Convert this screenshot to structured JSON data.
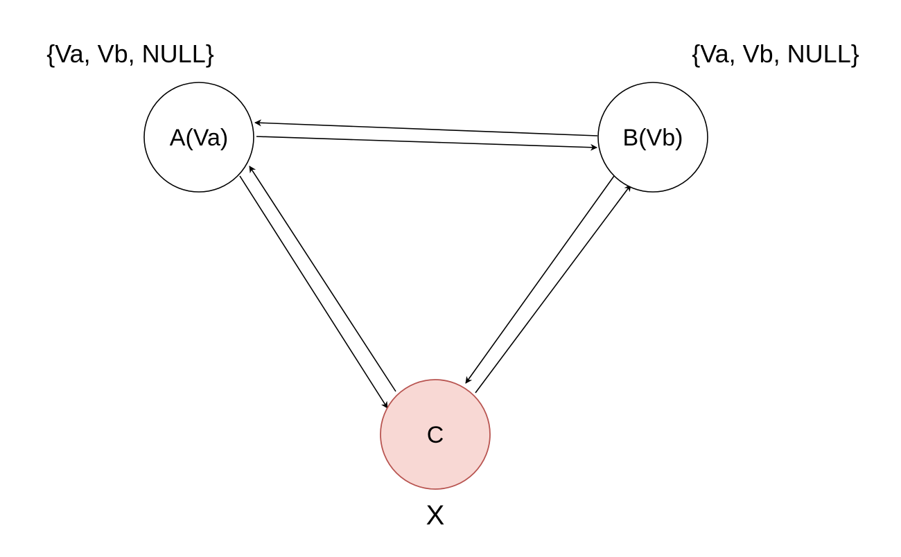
{
  "nodes": {
    "a": {
      "label": "A(Va)",
      "fill": "#ffffff",
      "stroke": "#000000"
    },
    "b": {
      "label": "B(Vb)",
      "fill": "#ffffff",
      "stroke": "#000000"
    },
    "c": {
      "label": "C",
      "fill": "#f8d8d4",
      "stroke": "#b85450"
    }
  },
  "annotations": {
    "a_set": "{Va, Vb, NULL}",
    "b_set": "{Va, Vb, NULL}",
    "c_status": "X"
  },
  "edges": [
    {
      "from": "b",
      "to": "a"
    },
    {
      "from": "a",
      "to": "b"
    },
    {
      "from": "c",
      "to": "a"
    },
    {
      "from": "a",
      "to": "c"
    },
    {
      "from": "c",
      "to": "b"
    },
    {
      "from": "b",
      "to": "c"
    }
  ]
}
